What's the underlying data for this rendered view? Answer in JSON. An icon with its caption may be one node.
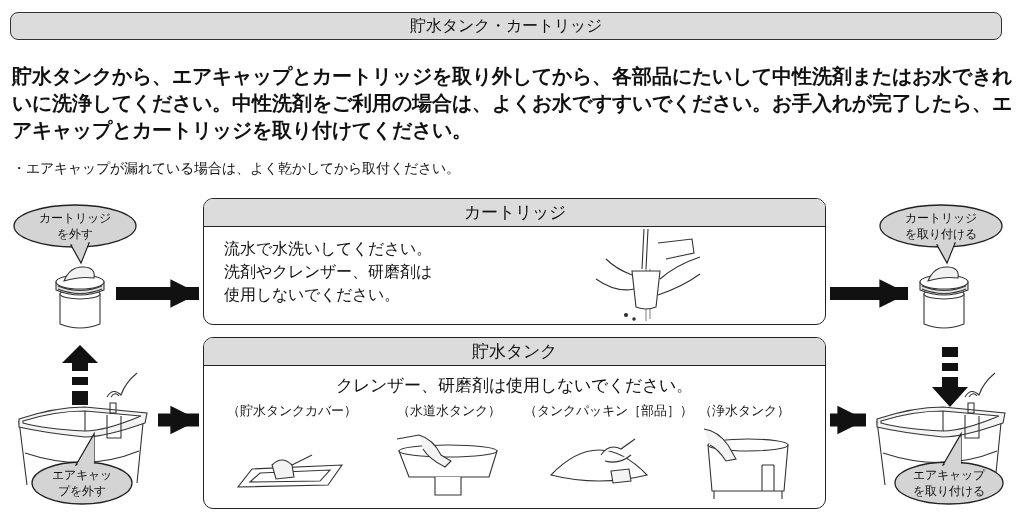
{
  "diagram": {
    "title": "貯水タンク・カートリッジ",
    "nodes": [
      {
        "text": [
          "カートリッジを外す"
        ]
      },
      {
        "text": [],
        "shape": "picture"
      },
      {
        "text": [
          "カートリッジ",
          "流水で水洗いしてください。洗剤やクレンザー、研磨剤は使用しないでください。"
        ]
      },
      {
        "text": [
          "カートリッジを取り付ける"
        ]
      },
      {
        "text": [],
        "shape": "picture"
      },
      {
        "text": [],
        "shape": "picture"
      },
      {
        "text": [
          "エアキャップを外す"
        ]
      },
      {
        "text": [
          "貯水タンク",
          "クレンザー、研磨剤は使用しないでください。"
        ]
      },
      {
        "text": [],
        "shape": "picture"
      },
      {
        "text": [
          "エアキャップを取り付ける"
        ]
      },
      {
        "text": [
          "（貯水タンクカバー）"
        ],
        "in": 7
      },
      {
        "text": [
          "（水道水タンク）"
        ],
        "in": 7
      },
      {
        "text": [
          "（タンクパッキン［部品］）"
        ],
        "in": 7
      },
      {
        "text": [
          "（浄水タンク）"
        ],
        "in": 7
      }
    ],
    "edges": [
      {
        "from": 1,
        "to": 2,
        "arrow": "to"
      },
      {
        "from": 2,
        "to": 4,
        "arrow": "to"
      },
      {
        "from": 5,
        "to": 7,
        "arrow": "to"
      },
      {
        "from": 7,
        "to": 8,
        "arrow": "to"
      }
    ],
    "labels": [
      "貯水タンクから、エアキャップとカートリッジを取り外してから、各部品にたいして中性洗剤またはお水できれいに洗浄してください。中性洗剤をご利用の場合は、よくお水ですすいでください。お手入れが完了したら、エアキャップとカートリッジを取り付けてください。",
      "・エアキャップが漏れている場合は、よく乾かしてから取付ください。"
    ]
  }
}
